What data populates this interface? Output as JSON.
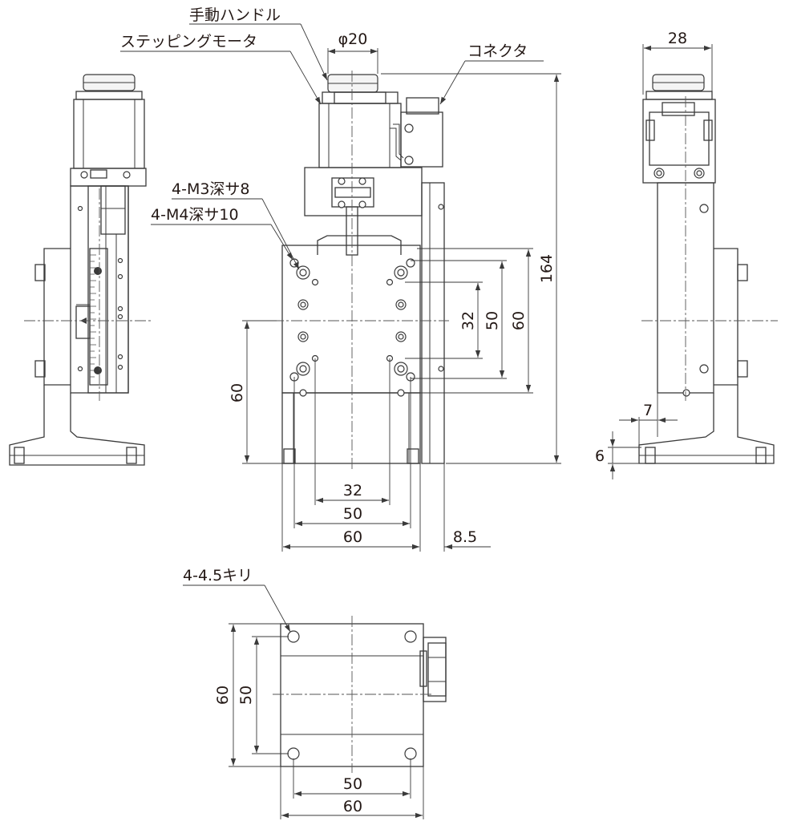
{
  "labels": {
    "manual_handle": "手動ハンドル",
    "stepping_motor": "ステッピングモータ",
    "connector": "コネクタ",
    "m3_tap": "4-M3深サ8",
    "m4_tap": "4-M4深サ10",
    "through_hole": "4-4.5キリ"
  },
  "dimensions": {
    "phi20": "φ20",
    "w28": "28",
    "h164": "164",
    "v32": "32",
    "v50": "50",
    "v60_right": "60",
    "v60_left": "60",
    "h32": "32",
    "h50": "50",
    "h60": "60",
    "h8_5": "8.5",
    "s7": "7",
    "s6": "6",
    "b60_vert": "60",
    "b50_vert": "50",
    "b50_horiz": "50",
    "b60_horiz": "60"
  },
  "colors": {
    "line": "#3a3a3a",
    "text": "#231815",
    "background": "#ffffff"
  }
}
